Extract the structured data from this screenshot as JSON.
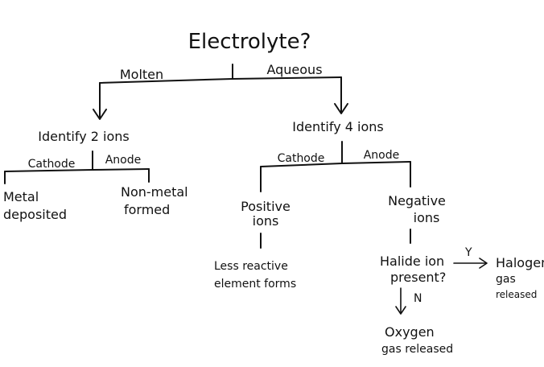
{
  "diagram": {
    "root": "Electrolyte?",
    "branches": {
      "molten": "Molten",
      "aqueous": "Aqueous"
    },
    "molten_node": "Identify 2 ions",
    "aqueous_node": "Identify 4 ions",
    "molten_electrodes": {
      "cathode": "Cathode",
      "anode": "Anode"
    },
    "aqueous_electrodes": {
      "cathode": "Cathode",
      "anode": "Anode"
    },
    "molten_outcomes": {
      "cathode_line1": "Metal",
      "cathode_line2": "deposited",
      "anode_line1": "Non-metal",
      "anode_line2": "formed"
    },
    "aqueous_ions": {
      "positive_line1": "Positive",
      "positive_line2": "ions",
      "negative_line1": "Negative",
      "negative_line2": "ions"
    },
    "positive_result": {
      "line1": "Less reactive",
      "line2": "element forms"
    },
    "halide_question": {
      "line1": "Halide ion",
      "line2": "present?"
    },
    "yes_label": "Y",
    "no_label": "N",
    "halogen_result": {
      "line1": "Halogen",
      "line2": "gas",
      "line3": "released"
    },
    "oxygen_result": {
      "line1": "Oxygen",
      "line2": "gas released"
    }
  }
}
